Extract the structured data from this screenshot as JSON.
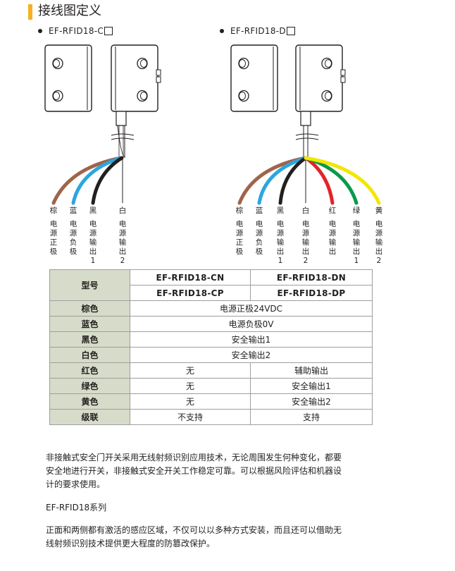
{
  "page": {
    "title": "接线图定义"
  },
  "colors": {
    "accent": "#f6b120",
    "brown": "#a0644a",
    "blue": "#2ba6de",
    "black": "#231f20",
    "white": "#e0e0e0",
    "red": "#e3232a",
    "green": "#0a9a49",
    "yellow": "#f3e600",
    "table_head": "#d6dcc9"
  },
  "diagrams": {
    "left": {
      "model": "EF-RFID18-C",
      "wires": [
        {
          "color_name": "棕",
          "function": "电源正极"
        },
        {
          "color_name": "蓝",
          "function": "电源负极"
        },
        {
          "color_name": "黑",
          "function": "电源输出1"
        },
        {
          "color_name": "白",
          "function": "电源输出2"
        }
      ]
    },
    "right": {
      "model": "EF-RFID18-D",
      "wires": [
        {
          "color_name": "棕",
          "function": "电源正极"
        },
        {
          "color_name": "蓝",
          "function": "电源负极"
        },
        {
          "color_name": "黑",
          "function": "电源输出1"
        },
        {
          "color_name": "白",
          "function": "电源输出2"
        },
        {
          "color_name": "红",
          "function": "电源输出"
        },
        {
          "color_name": "绿",
          "function": "电源输出1"
        },
        {
          "color_name": "黄",
          "function": "电源输出2"
        }
      ]
    }
  },
  "table": {
    "model_header": "型号",
    "models": [
      "EF-RFID18-CN",
      "EF-RFID18-DN",
      "EF-RFID18-CP",
      "EF-RFID18-DP"
    ],
    "rows": [
      {
        "label": "棕色",
        "cells": [
          "电源正极24VDC"
        ]
      },
      {
        "label": "蓝色",
        "cells": [
          "电源负极0V"
        ]
      },
      {
        "label": "黑色",
        "cells": [
          "安全输出1"
        ]
      },
      {
        "label": "白色",
        "cells": [
          "安全输出2"
        ]
      },
      {
        "label": "红色",
        "cells": [
          "无",
          "辅助输出"
        ]
      },
      {
        "label": "绿色",
        "cells": [
          "无",
          "安全输出1"
        ]
      },
      {
        "label": "黄色",
        "cells": [
          "无",
          "安全输出2"
        ]
      },
      {
        "label": "级联",
        "cells": [
          "不支持",
          "支持"
        ]
      }
    ]
  },
  "paragraphs": {
    "intro": "非接触式安全门开关采用无线射频识别应用技术，无论周围发生何种变化，都要安全地进行开关，非接触式安全开关工作稳定可靠。可以根据风险评估和机器设计的要求使用。",
    "series": "EF-RFID18系列",
    "features": "正面和两侧都有激活的感应区域，不仅可以以多种方式安装，而且还可以借助无线射频识别技术提供更大程度的防篡改保护。"
  }
}
